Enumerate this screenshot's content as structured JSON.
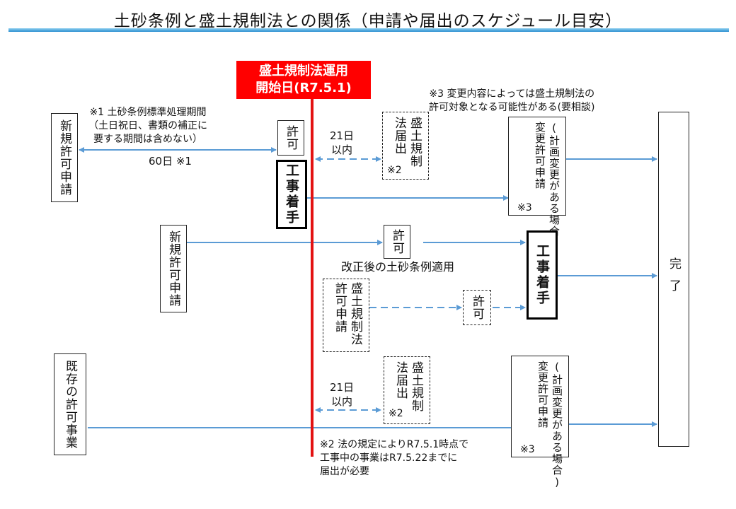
{
  "title": "土砂条例と盛土規制法との関係（申請や届出のスケジュール目安）",
  "start_box": {
    "line1": "盛土規制法運用",
    "line2": "開始日(R7.5.1)"
  },
  "notes": {
    "note1": "※1 土砂条例標準処理期間\n（土日祝日、書類の補正に\n要する期間は含めない）",
    "note1_days": "60日 ※1",
    "note2": "※2 法の規定によりR7.5.1時点で\n工事中の事業はR7.5.22までに\n届出が必要",
    "note3": "※3 変更内容によっては盛土規制法の\n許可対象となる可能性がある(要相談)",
    "days_21_a": "21日\n以内",
    "days_21_b": "21日\n以内",
    "revised": "改正後の土砂条例適用"
  },
  "boxes": {
    "new_app_1": "新規許可申請",
    "permit_1": "許可",
    "construction_1": "工事着手",
    "notify_1": "盛土規制\n法届出",
    "notify_1_mark": "※2",
    "change_1": "(計画変更がある場合)\n変更許可申請",
    "change_1_mark": "※3",
    "new_app_2": "新規許可申請",
    "permit_2": "許可",
    "law_app": "盛土規制法\n許可申請",
    "permit_3": "許可",
    "construction_2": "工事着手",
    "existing": "既存の許可事業",
    "notify_2": "盛土規制\n法届出",
    "notify_2_mark": "※2",
    "change_2": "(計画変更がある場合)\n変更許可申請",
    "change_2_mark": "※3",
    "complete": "完了"
  },
  "colors": {
    "arrow": "#5b9bd5",
    "red": "#ff0000",
    "title_bar": "#2a8fd0"
  }
}
